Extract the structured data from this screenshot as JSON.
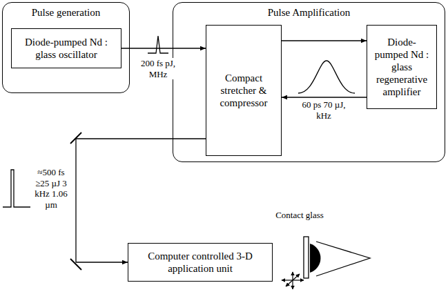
{
  "diagram": {
    "nodes": [
      {
        "text": [
          "Pulse generation"
        ]
      },
      {
        "text": [
          "Diode-pumped Nd : glass oscillator"
        ],
        "in": 0
      },
      {
        "text": [
          "Pulse Amplification"
        ]
      },
      {
        "text": [
          "Compact stretcher & compressor"
        ],
        "in": 2
      },
      {
        "text": [
          "Diode-pumped Nd : glass regenerative amplifier"
        ],
        "in": 2
      },
      {
        "text": [
          "Computer controlled 3-D application unit"
        ]
      }
    ],
    "edges": [
      {
        "from": 1,
        "to": 3,
        "arrow": "to",
        "label": "200 fs pJ, MHz"
      },
      {
        "from": 3,
        "to": 4,
        "arrow": "to"
      },
      {
        "from": 4,
        "to": 3,
        "arrow": "to",
        "label": "60 ps 70 µJ, kHz"
      },
      {
        "from": 3,
        "to": 5,
        "arrow": "to",
        "label": "≈500 fs ≥25 µJ 3 kHz 1.06 µm"
      }
    ],
    "labels": [
      "Contact glass"
    ]
  }
}
